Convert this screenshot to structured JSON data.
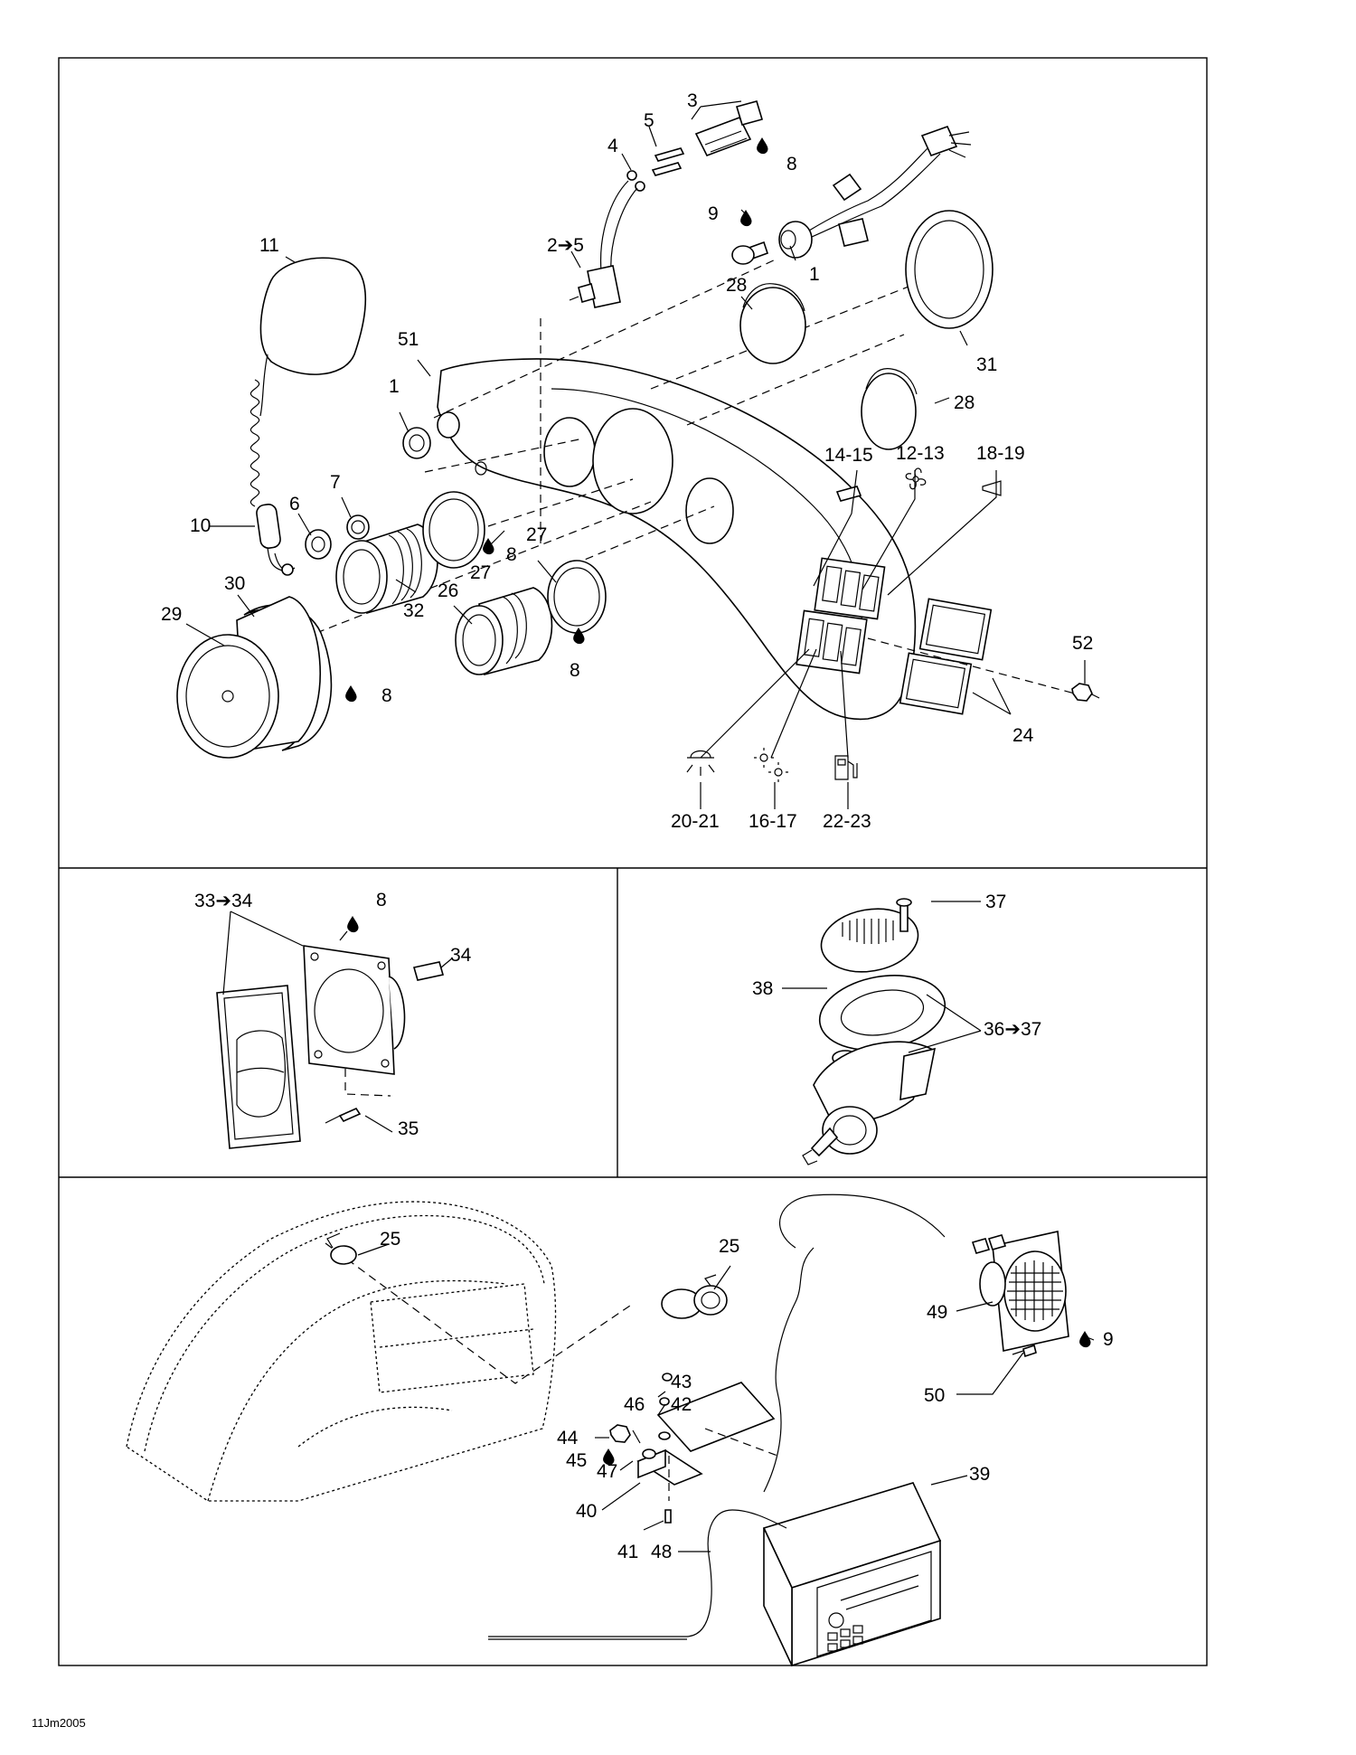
{
  "diagram_id": "11Jm2005",
  "glyph_thread_locker": "💧",
  "panels": {
    "main": {
      "labels": {
        "p1_key_switch": "1",
        "p1_bezel": "1",
        "p2_5": "2➔5",
        "p3": "3",
        "p4": "4",
        "p5": "5",
        "p8_connector": "8",
        "p9_switch": "9",
        "p11": "11",
        "p51": "51",
        "p10": "10",
        "p6": "6",
        "p7": "7",
        "p28_upper": "28",
        "p28_lower": "28",
        "p31": "31",
        "p14_15": "14-15",
        "p12_13": "12-13",
        "p18_19": "18-19",
        "p8_ring": "8",
        "p27_left": "27",
        "p27_right": "27",
        "p30": "30",
        "p29": "29",
        "p32": "32",
        "p26": "26",
        "p8_speedo": "8",
        "p8_gauge": "8",
        "p52": "52",
        "p24": "24",
        "p20_21": "20-21",
        "p16_17": "16-17",
        "p22_23": "22-23"
      }
    },
    "vent": {
      "labels": {
        "p33_34": "33➔34",
        "p8": "8",
        "p34": "34",
        "p35": "35"
      }
    },
    "horn": {
      "labels": {
        "p37": "37",
        "p38": "38",
        "p36_37": "36➔37"
      }
    },
    "radio": {
      "labels": {
        "p25_left": "25",
        "p25_right": "25",
        "p49": "49",
        "p9": "9",
        "p50": "50",
        "p43": "43",
        "p42": "42",
        "p46": "46",
        "p44": "44",
        "p45": "45",
        "p47": "47",
        "p39": "39",
        "p40": "40",
        "p41": "41",
        "p48": "48"
      }
    }
  }
}
